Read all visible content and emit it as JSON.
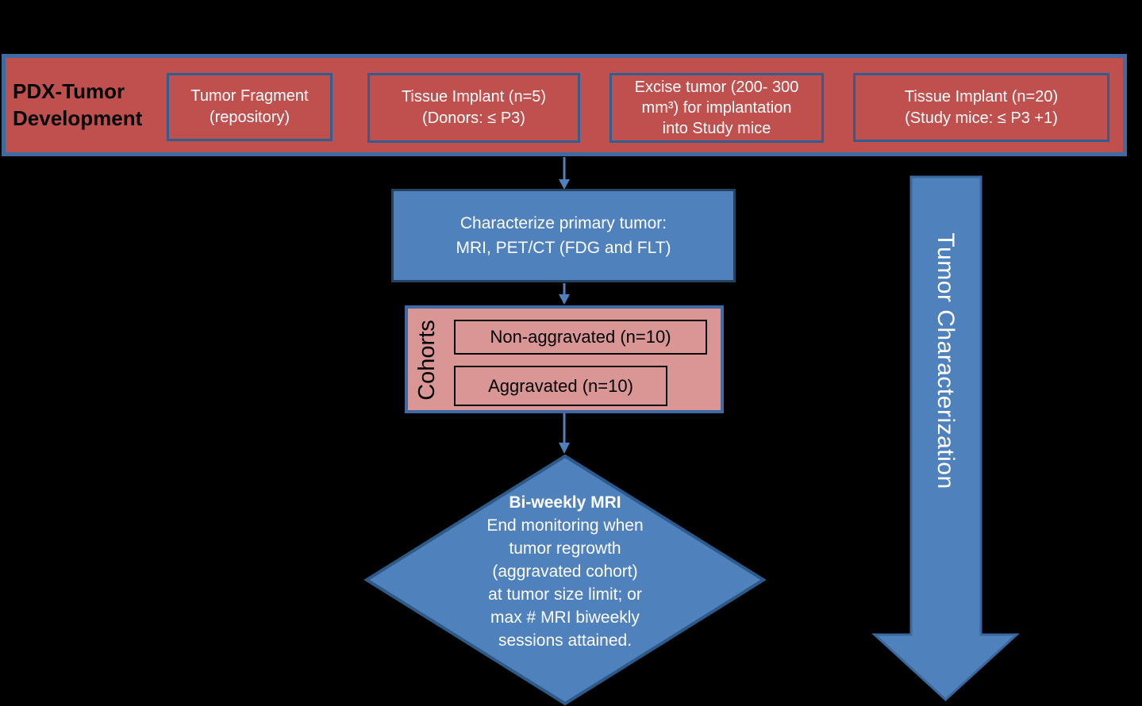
{
  "colors": {
    "background": "#000000",
    "banner_fill": "#C0504D",
    "banner_border": "#3D6CA5",
    "red_box_border": "#2E5E92",
    "blue_fill": "#4F81BD",
    "blue_box_border": "#24415F",
    "diamond_border": "#2E5A8A",
    "big_arrow_fill": "#4F81BD",
    "big_arrow_border": "#3A689E",
    "pink_fill": "#D99694",
    "cohorts_border": "#3E6BA5",
    "inner_box_border": "#000000",
    "connector_blue": "#4F81BD",
    "dark_text": "#000000",
    "light_text": "#FFFFFF"
  },
  "banner": {
    "title_lines": [
      "PDX-Tumor",
      "Development"
    ],
    "boxes": [
      {
        "lines": [
          "Tumor Fragment",
          "(repository)"
        ]
      },
      {
        "lines": [
          "Tissue Implant (n=5)",
          "(Donors: ≤ P3)"
        ]
      },
      {
        "lines": [
          "Excise tumor (200- 300",
          "mm³) for implantation",
          "into Study mice"
        ]
      },
      {
        "lines": [
          "Tissue Implant (n=20)",
          "(Study mice: ≤ P3 +1)"
        ]
      }
    ]
  },
  "characterize_box": {
    "lines": [
      "Characterize primary tumor:",
      "MRI, PET/CT (FDG and FLT)"
    ]
  },
  "cohorts": {
    "label": "Cohorts",
    "items": [
      {
        "label": "Non-aggravated (n=10)"
      },
      {
        "label": "Aggravated (n=10)"
      }
    ]
  },
  "decision_diamond": {
    "title": "Bi-weekly MRI",
    "lines": [
      "End monitoring when",
      "tumor regrowth",
      "(aggravated cohort)",
      "at tumor size limit; or",
      "max # MRI biweekly",
      "sessions attained."
    ]
  },
  "side_arrow": {
    "label": "Tumor Characterization"
  }
}
